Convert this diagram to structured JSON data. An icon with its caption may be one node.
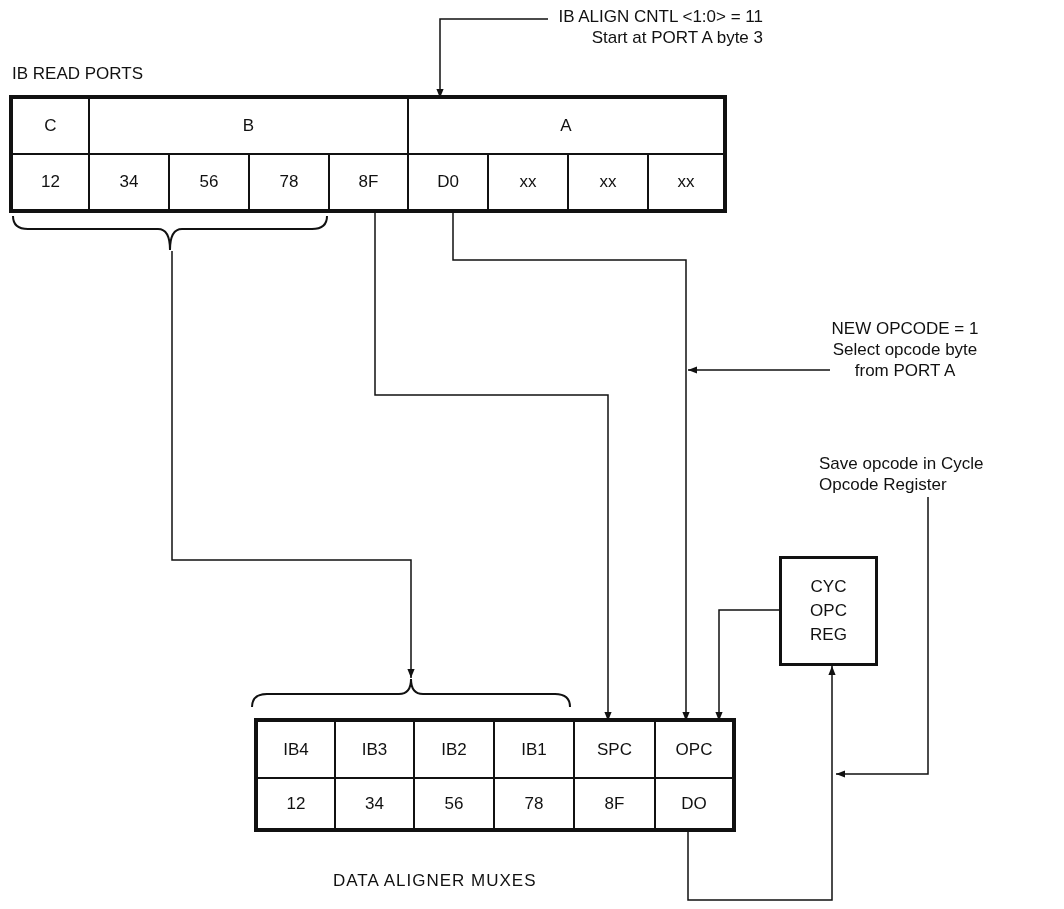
{
  "diagram": {
    "nodes": [
      {
        "text": [
          "IB READ PORTS"
        ]
      },
      {
        "text": [
          "C"
        ],
        "in": 0
      },
      {
        "text": [
          "B"
        ],
        "in": 0
      },
      {
        "text": [
          "A"
        ],
        "in": 0
      },
      {
        "text": [
          "12"
        ],
        "in": 0
      },
      {
        "text": [
          "34"
        ],
        "in": 0
      },
      {
        "text": [
          "56"
        ],
        "in": 0
      },
      {
        "text": [
          "78"
        ],
        "in": 0
      },
      {
        "text": [
          "8F"
        ],
        "in": 0
      },
      {
        "text": [
          "D0"
        ],
        "in": 0
      },
      {
        "text": [
          "xx"
        ],
        "in": 0
      },
      {
        "text": [
          "xx"
        ],
        "in": 0
      },
      {
        "text": [
          "xx"
        ],
        "in": 0
      },
      {
        "text": [],
        "shape": "brace"
      },
      {
        "text": [],
        "shape": "brace"
      },
      {
        "text": [
          "DATA ALIGNER MUXES"
        ]
      },
      {
        "text": [
          "IB4"
        ],
        "in": 15
      },
      {
        "text": [
          "IB3"
        ],
        "in": 15
      },
      {
        "text": [
          "IB2"
        ],
        "in": 15
      },
      {
        "text": [
          "IB1"
        ],
        "in": 15
      },
      {
        "text": [
          "SPC"
        ],
        "in": 15
      },
      {
        "text": [
          "OPC"
        ],
        "in": 15
      },
      {
        "text": [
          "12"
        ],
        "in": 15
      },
      {
        "text": [
          "34"
        ],
        "in": 15
      },
      {
        "text": [
          "56"
        ],
        "in": 15
      },
      {
        "text": [
          "78"
        ],
        "in": 15
      },
      {
        "text": [
          "8F"
        ],
        "in": 15
      },
      {
        "text": [
          "DO"
        ],
        "in": 15
      },
      {
        "text": [
          "CYC OPC REG"
        ]
      },
      {
        "text": [
          "IB ALIGN CNTL <1:0> = 11 Start at PORT A byte 3"
        ]
      },
      {
        "text": [
          "NEW OPCODE = 1 Select opcode byte from PORT A"
        ]
      },
      {
        "text": [
          "Save opcode in Cycle Opcode Register"
        ]
      }
    ],
    "edges": [
      {
        "from": 29,
        "to": 3,
        "arrow": "to"
      },
      {
        "from": 13,
        "to": 14,
        "arrow": "to"
      },
      {
        "from": 8,
        "to": 20,
        "arrow": "to"
      },
      {
        "from": 9,
        "to": 21,
        "arrow": "to"
      },
      {
        "from": 28,
        "to": 21,
        "arrow": "to"
      },
      {
        "from": 27,
        "to": 28,
        "arrow": "to"
      },
      {
        "from": 30,
        "to": null,
        "arrow": "to"
      },
      {
        "from": 31,
        "to": null,
        "arrow": "to"
      }
    ]
  }
}
